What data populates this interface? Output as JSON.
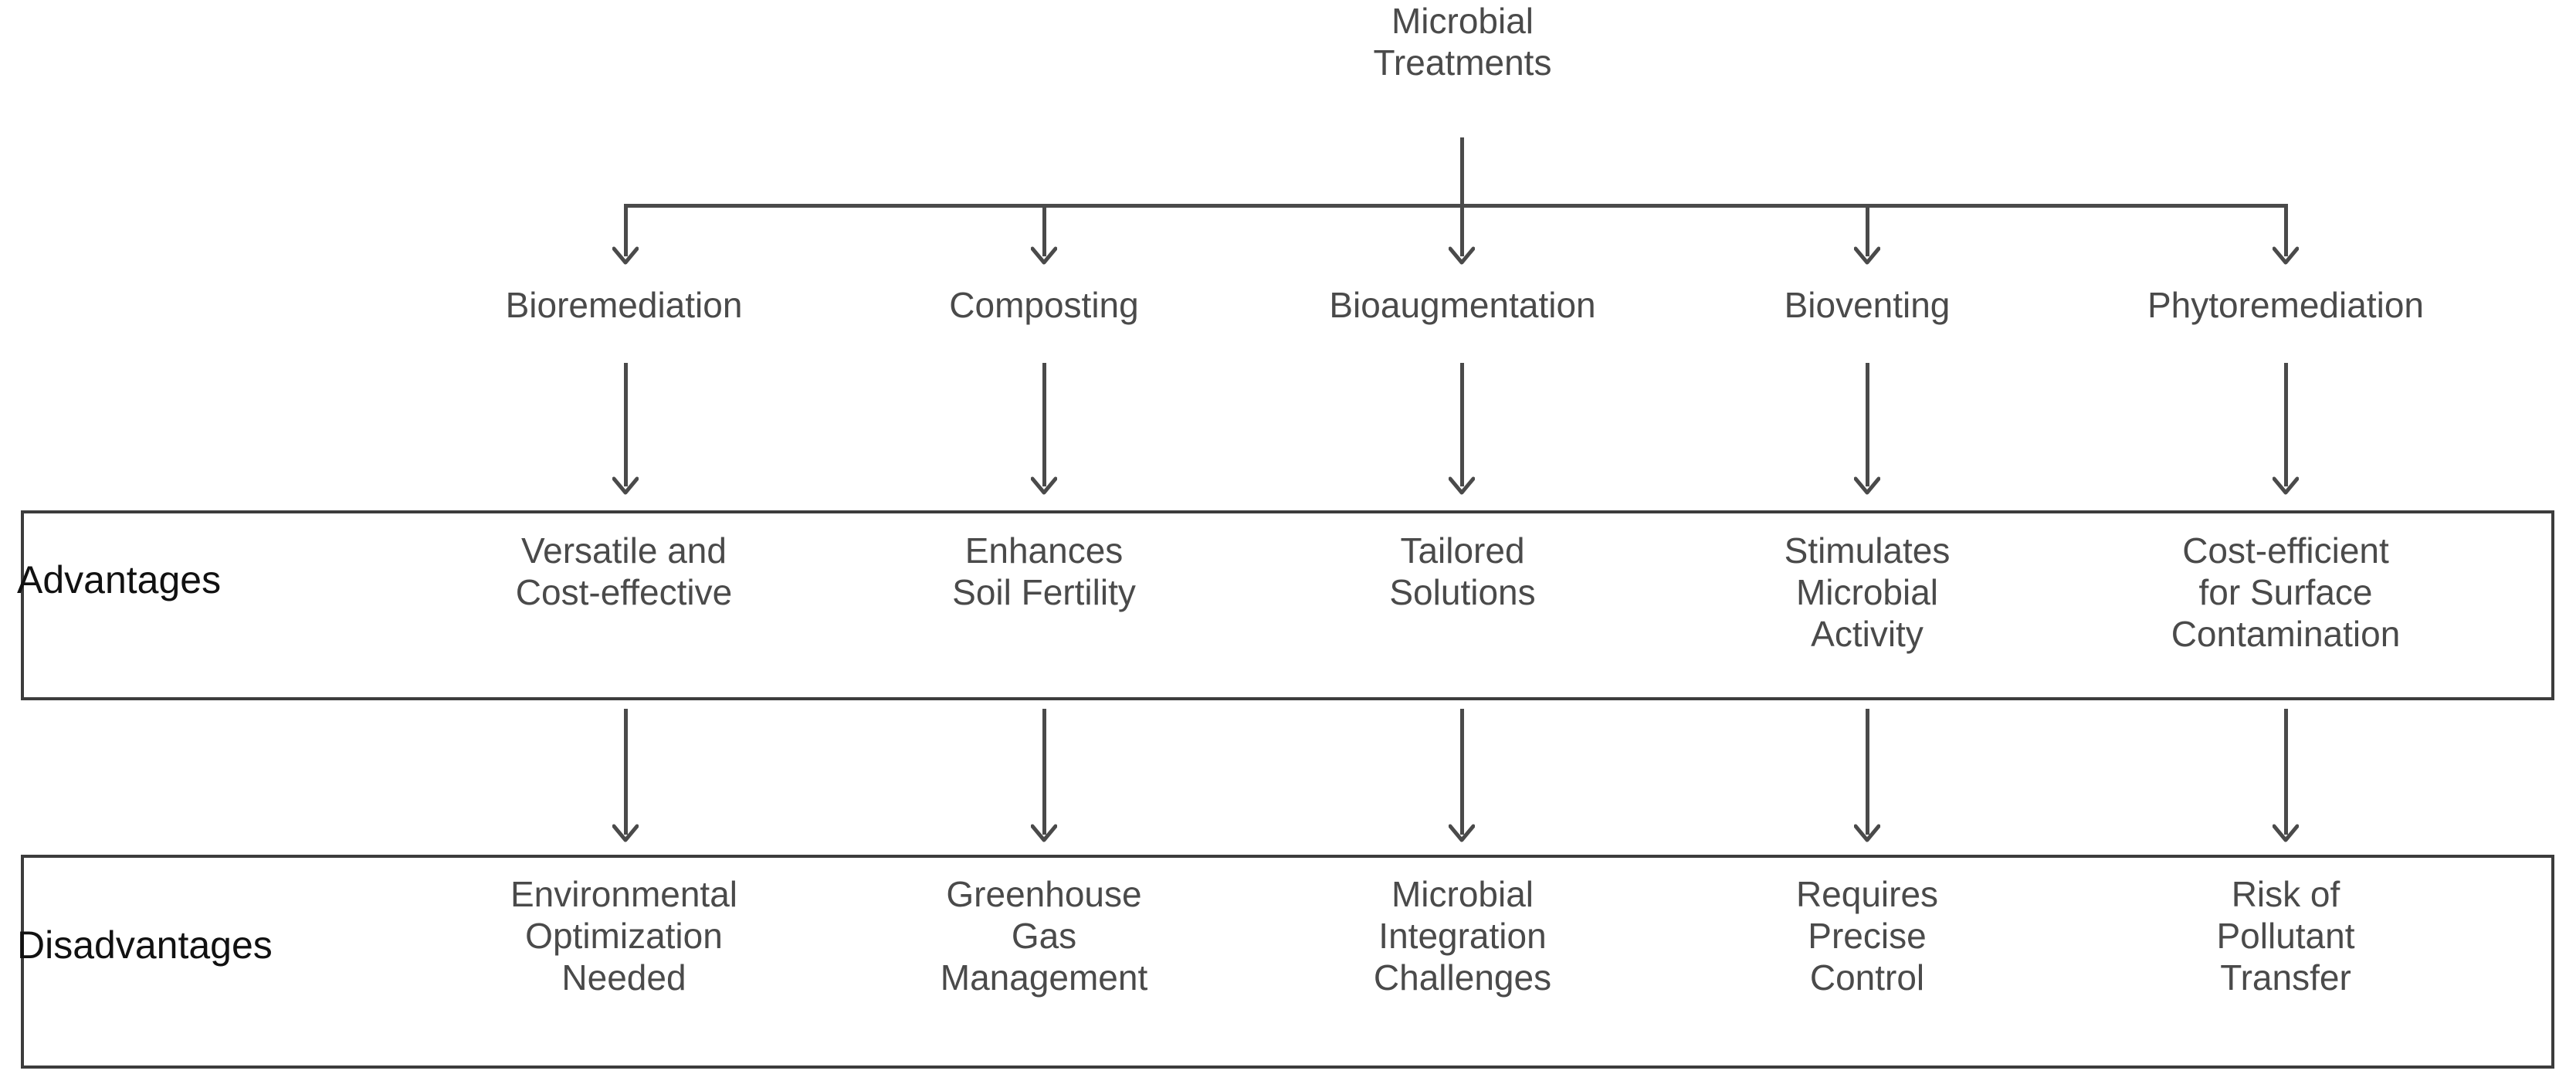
{
  "diagram": {
    "title": "Microbial Treatments",
    "root": {
      "label": "Microbial\nTreatments"
    },
    "branches": [
      {
        "label": "Bioremediation"
      },
      {
        "label": "Composting"
      },
      {
        "label": "Bioaugmentation"
      },
      {
        "label": "Bioventing"
      },
      {
        "label": "Phytoremediation"
      }
    ],
    "rows": [
      {
        "label": "Advantages",
        "cells": [
          "Versatile and\nCost-effective",
          "Enhances\nSoil Fertility",
          "Tailored\nSolutions",
          "Stimulates\nMicrobial\nActivity",
          "Cost-efficient\nfor Surface\nContamination"
        ]
      },
      {
        "label": "Disadvantages",
        "cells": [
          "Environmental\nOptimization\nNeeded",
          "Greenhouse\nGas\nManagement",
          "Microbial\nIntegration\nChallenges",
          "Requires\nPrecise\nControl",
          "Risk of\nPollutant\nTransfer"
        ]
      }
    ],
    "colors": {
      "text": "#4a4a4a",
      "label_text": "#111111",
      "connector": "#4a4a4a",
      "box_border": "#3c3c3c",
      "background": "#ffffff"
    }
  }
}
